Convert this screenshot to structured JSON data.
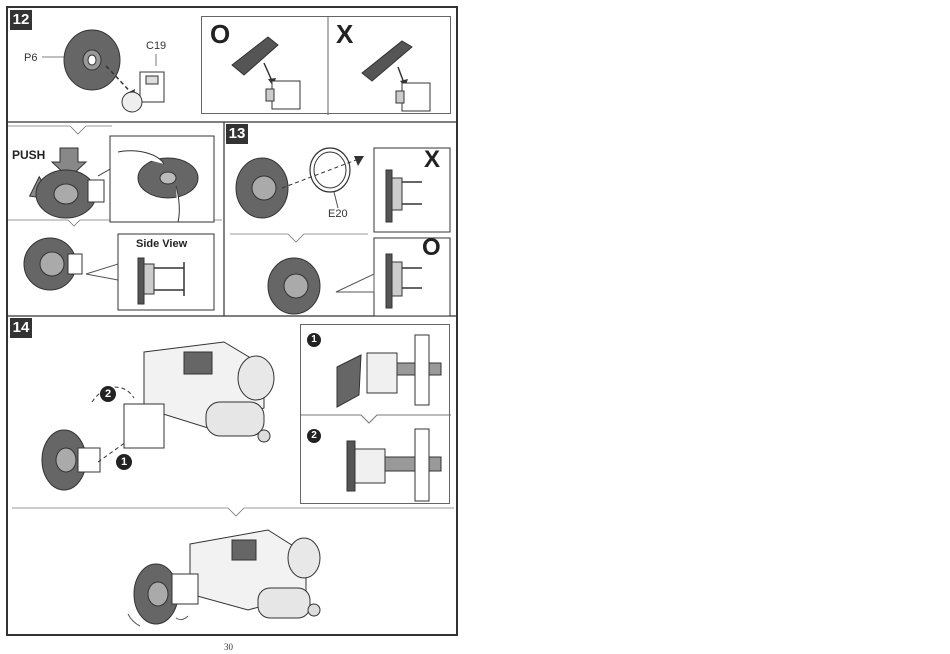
{
  "steps": {
    "step12": {
      "number": "12",
      "part_p": "P6",
      "part_c": "C19",
      "push_label": "PUSH",
      "side_view_label": "Side View",
      "correct_symbol": "O",
      "wrong_symbol": "X"
    },
    "step13": {
      "number": "13",
      "part_e": "E20",
      "correct_symbol": "O",
      "wrong_symbol": "X"
    },
    "step14": {
      "number": "14",
      "order_1": "1",
      "order_2": "2"
    }
  },
  "footer": {
    "page_number": "30"
  }
}
